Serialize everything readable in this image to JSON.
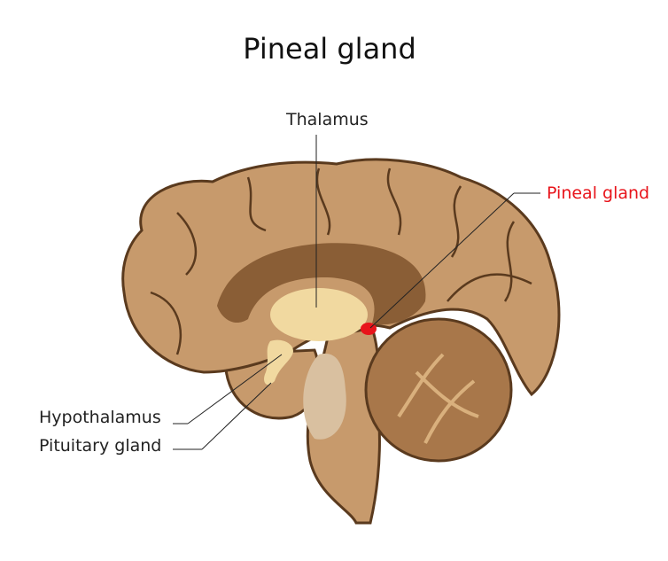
{
  "title": "Pineal gland",
  "labels": {
    "thalamus": "Thalamus",
    "pineal": "Pineal gland",
    "hypothalamus": "Hypothalamus",
    "pituitary": "Pituitary gland"
  },
  "colors": {
    "highlight": "#e8141b",
    "brain": "#c79a6c",
    "outline": "#5a3a1e",
    "thalamus": "#f1d9a0",
    "dark": "#8a5e36"
  }
}
